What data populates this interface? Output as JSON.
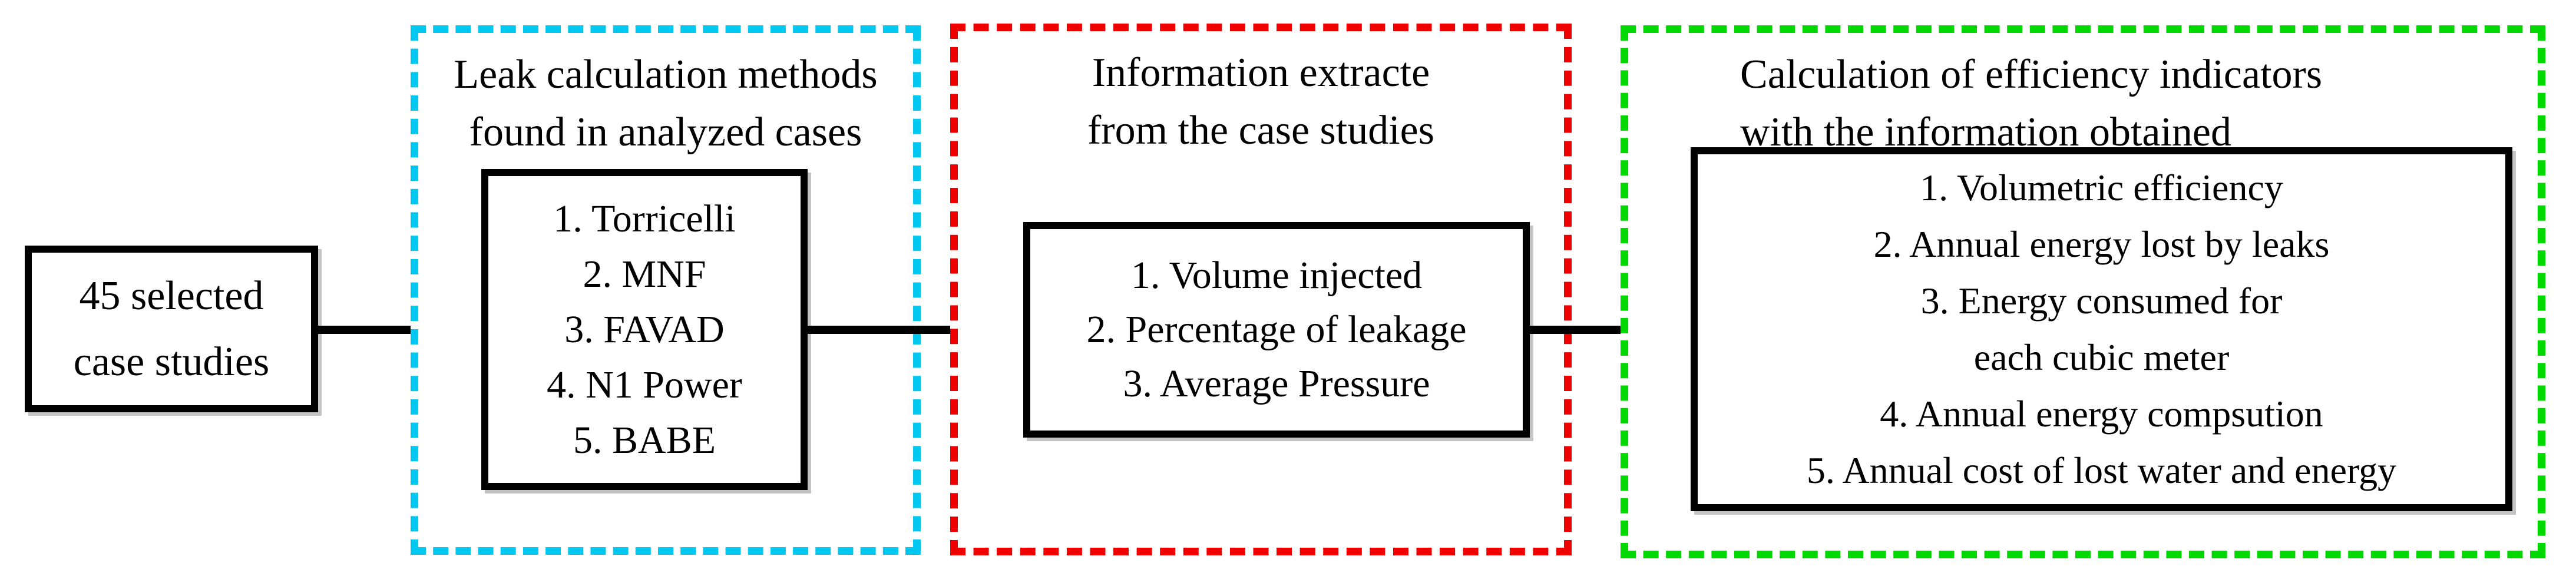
{
  "figure": {
    "start_box": {
      "lines": [
        "45 selected",
        "case studies"
      ]
    },
    "groups": [
      {
        "id": "methods",
        "accent_color": "#00c8f0",
        "title_lines": [
          "Leak calculation methods",
          "found in analyzed cases"
        ],
        "items": [
          "1. Torricelli",
          "2. MNF",
          "3. FAVAD",
          "4. N1 Power",
          "5. BABE"
        ]
      },
      {
        "id": "information",
        "accent_color": "#ee0000",
        "title_lines": [
          "Information extracte",
          "from the case studies"
        ],
        "items": [
          "1. Volume injected",
          "2. Percentage of leakage",
          "3. Average Pressure"
        ]
      },
      {
        "id": "indicators",
        "accent_color": "#00d800",
        "title_lines": [
          "Calculation of efficiency indicators",
          "with the information obtained"
        ],
        "items": [
          "1. Volumetric efficiency",
          "2. Annual energy lost by leaks",
          "3. Energy consumed for",
          "each cubic meter",
          "4. Annual energy compsution",
          "5. Annual cost of lost water and energy"
        ]
      }
    ],
    "arrow_color": "#000000"
  }
}
